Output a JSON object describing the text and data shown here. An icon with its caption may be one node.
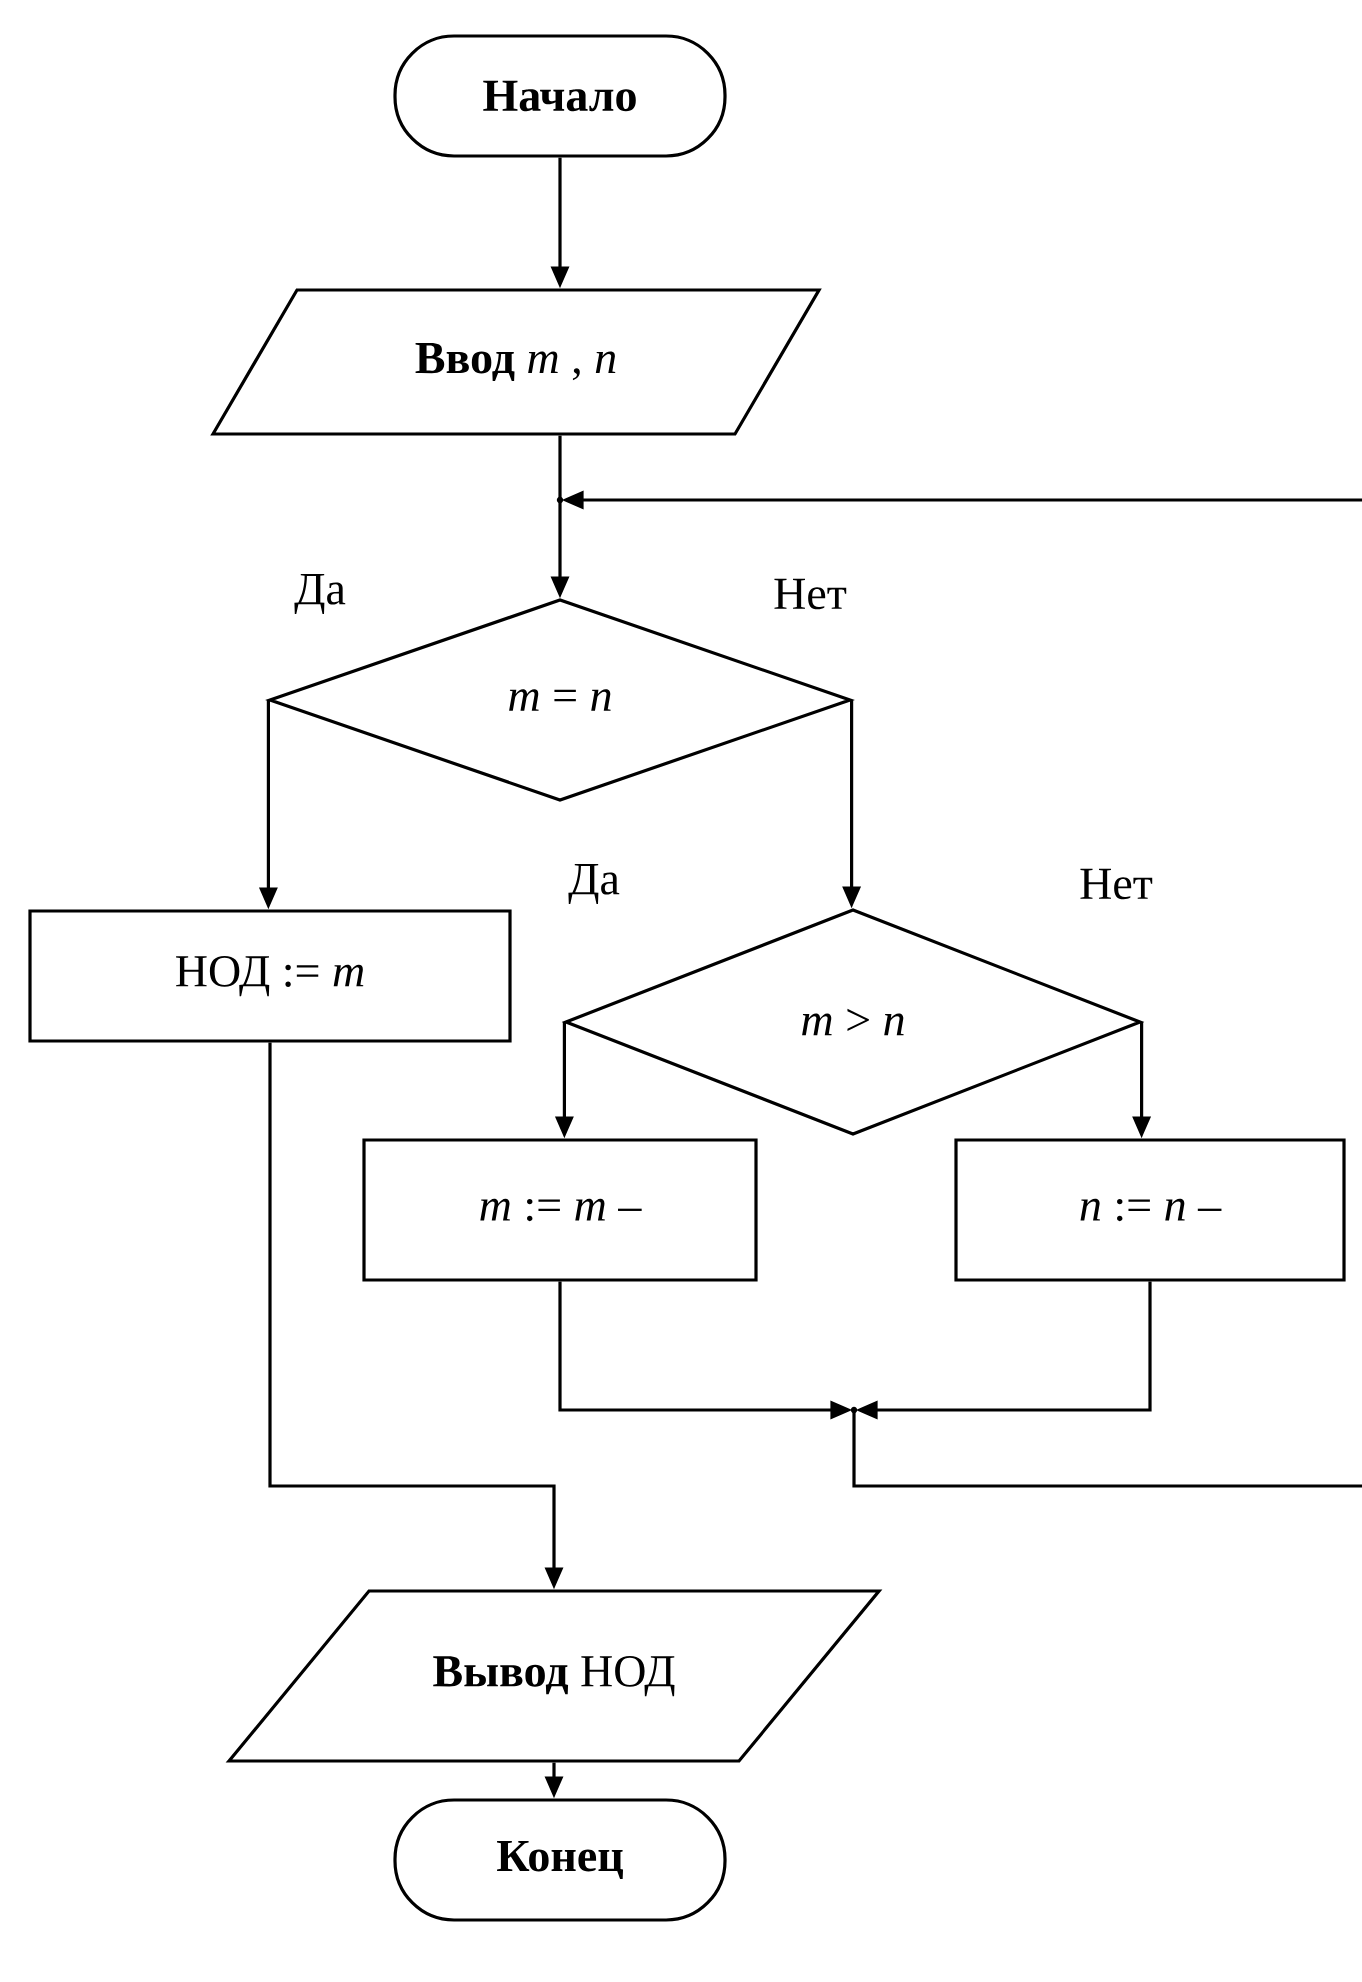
{
  "diagram": {
    "nodes": [
      {
        "text": [
          "Начало"
        ]
      },
      {
        "text": [
          "**Ввод** *m* , *n*"
        ]
      },
      {
        "text": [],
        "shape": "point"
      },
      {
        "text": [
          "*m* = *n*"
        ]
      },
      {
        "text": [
          "НОД := *m*"
        ]
      },
      {
        "text": [
          "*m* > *n*"
        ]
      },
      {
        "text": [
          "*m* := *m* –"
        ]
      },
      {
        "text": [
          "*n* := *n* –"
        ]
      },
      {
        "text": [],
        "shape": "point"
      },
      {
        "text": [
          "**Вывод** НОД"
        ]
      },
      {
        "text": [
          "Конец"
        ]
      }
    ],
    "edges": [
      {
        "from": 0,
        "to": 1,
        "arrow": "to"
      },
      {
        "from": 1,
        "to": 2,
        "arrow": "none"
      },
      {
        "from": null,
        "to": 2,
        "arrow": "to"
      },
      {
        "from": 2,
        "to": 3,
        "arrow": "to"
      },
      {
        "from": 3,
        "to": 4,
        "arrow": "to",
        "label": "Да"
      },
      {
        "from": 3,
        "to": 5,
        "arrow": "to",
        "label": "Нет"
      },
      {
        "from": 5,
        "to": 6,
        "arrow": "to",
        "label": "Да"
      },
      {
        "from": 5,
        "to": 7,
        "arrow": "to",
        "label": "Нет"
      },
      {
        "from": 6,
        "to": 8,
        "arrow": "to"
      },
      {
        "from": 7,
        "to": 8,
        "arrow": "to"
      },
      {
        "from": 8,
        "to": null,
        "arrow": "none"
      },
      {
        "from": 4,
        "to": 9,
        "arrow": "to"
      },
      {
        "from": 9,
        "to": 10,
        "arrow": "to"
      }
    ]
  }
}
